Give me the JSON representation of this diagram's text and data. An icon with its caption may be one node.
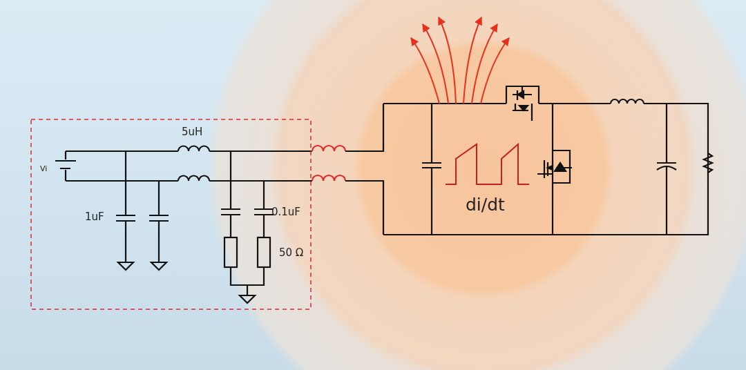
{
  "diagram": {
    "labels": [
      "5uH",
      "Vi",
      "1uF",
      "0.1uF",
      "di/dt",
      "50 Ω"
    ]
  }
}
